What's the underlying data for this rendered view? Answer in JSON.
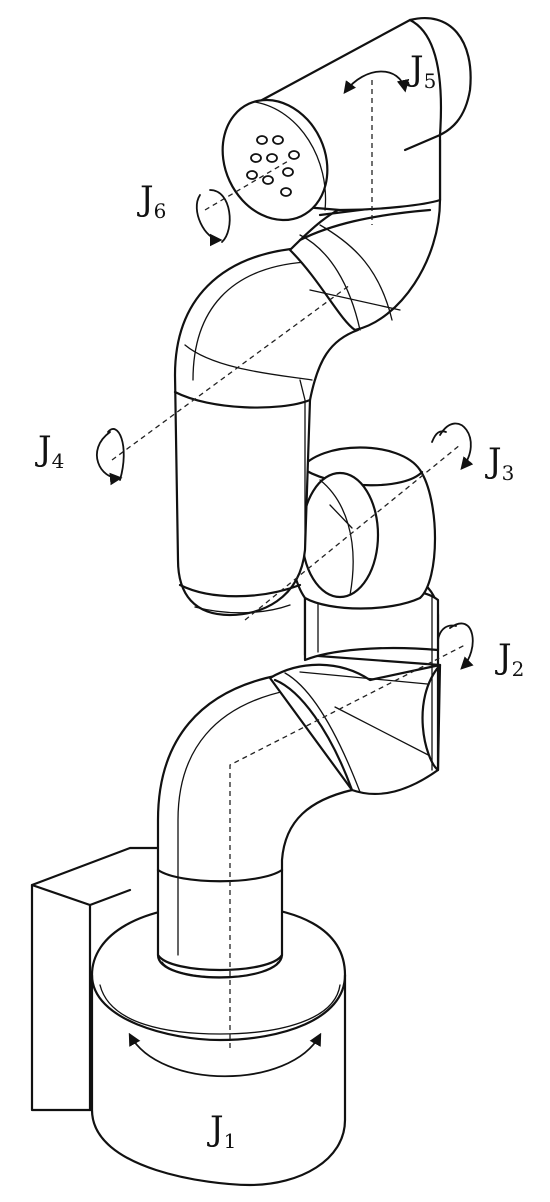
{
  "joints": [
    {
      "id": "J1",
      "letter": "J",
      "sub": "1"
    },
    {
      "id": "J2",
      "letter": "J",
      "sub": "2"
    },
    {
      "id": "J3",
      "letter": "J",
      "sub": "3"
    },
    {
      "id": "J4",
      "letter": "J",
      "sub": "4"
    },
    {
      "id": "J5",
      "letter": "J",
      "sub": "5"
    },
    {
      "id": "J6",
      "letter": "J",
      "sub": "6"
    }
  ],
  "colors": {
    "line": "#111111",
    "background": "#ffffff"
  }
}
